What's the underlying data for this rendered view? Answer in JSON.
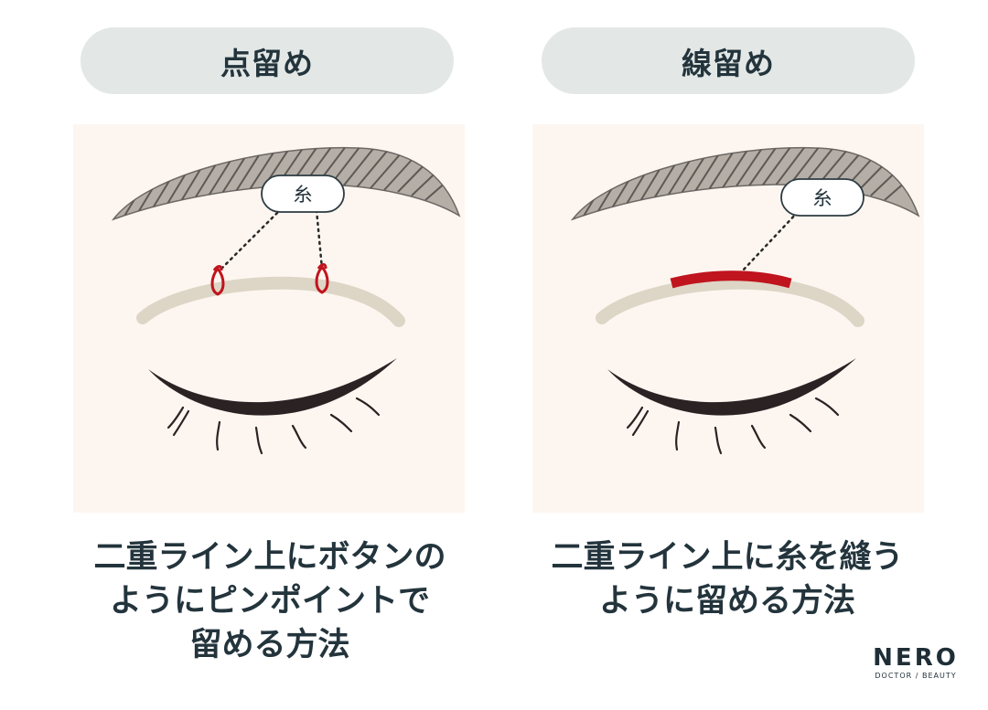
{
  "left": {
    "title": "点留め",
    "tag": "糸",
    "caption_lines": [
      "二重ライン上にボタンの",
      "ようにピンポイントで",
      "留める方法"
    ]
  },
  "right": {
    "title": "線留め",
    "tag": "糸",
    "caption_lines": [
      "二重ライン上に糸を縫う",
      "ように留める方法"
    ]
  },
  "logo": {
    "word": "NERO",
    "sub": "DOCTOR / BEAUTY"
  },
  "colors": {
    "pill_bg": "#e3e8e6",
    "panel_bg": "#fdf6f0",
    "thread_red": "#c0141e",
    "crease": "#ddd6c6",
    "lash": "#2b2224",
    "text": "#23343c"
  }
}
